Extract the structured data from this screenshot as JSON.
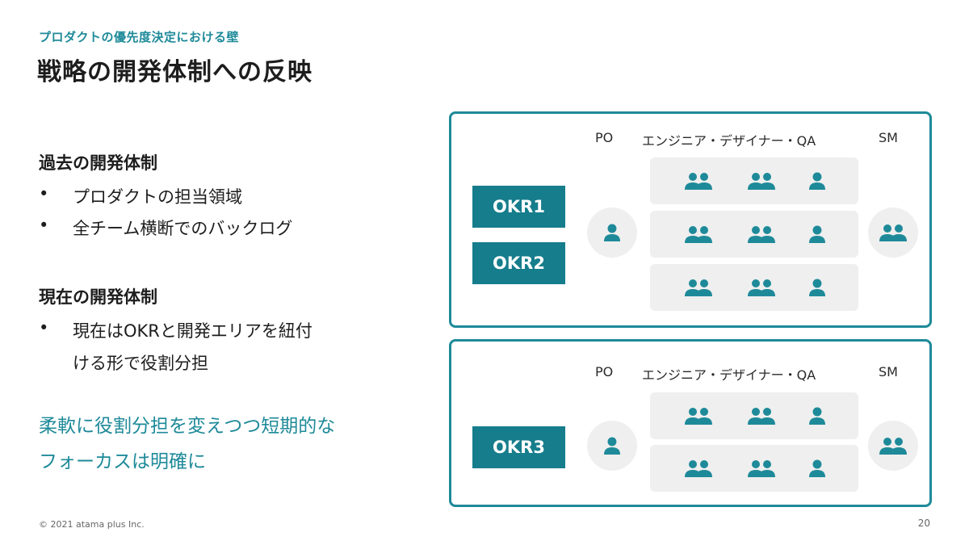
{
  "header": {
    "subtitle": "プロダクトの優先度決定における壁",
    "title": "戦略の開発体制への反映"
  },
  "left": {
    "past": {
      "heading": "過去の開発体制",
      "bullets": [
        "プロダクトの担当領域",
        "全チーム横断でのバックログ"
      ]
    },
    "current": {
      "heading": "現在の開発体制",
      "bullet_line1": "現在はOKRと開発エリアを紐付",
      "bullet_line2": "ける形で役割分担"
    },
    "emphasis": {
      "line1": "柔軟に役割分担を変えつつ短期的な",
      "line2": "フォーカスは明確に"
    },
    "bullet_char": "•"
  },
  "diagram": {
    "col_po": "PO",
    "col_eng": "エンジニア・デザイナー・QA",
    "col_sm": "SM",
    "panel1": {
      "okrs": [
        "OKR1",
        "OKR2"
      ],
      "rows": [
        [
          "people-icon",
          "people-icon",
          "person-icon"
        ],
        [
          "people-icon",
          "people-icon",
          "person-icon"
        ],
        [
          "people-icon",
          "people-icon",
          "person-icon"
        ]
      ]
    },
    "panel2": {
      "okrs": [
        "OKR3"
      ],
      "rows": [
        [
          "people-icon",
          "people-icon",
          "person-icon"
        ],
        [
          "people-icon",
          "people-icon",
          "person-icon"
        ]
      ]
    },
    "accent_color": "#1e8a99",
    "okr_color": "#167d8c"
  },
  "footer": {
    "copyright": "© 2021 atama plus Inc.",
    "page_number": "20"
  }
}
